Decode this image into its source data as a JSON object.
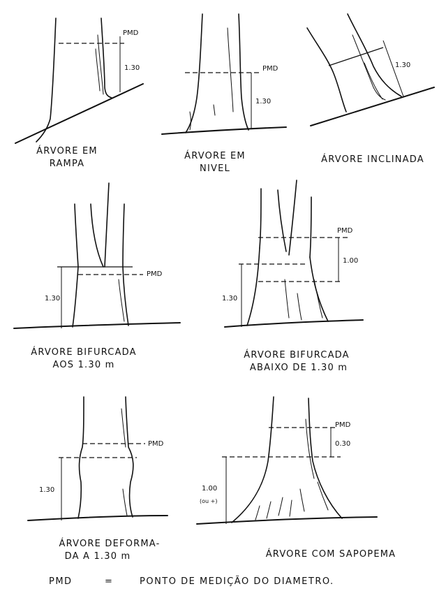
{
  "diagrams": [
    {
      "caption_lines": [
        "ÁRVORE EM",
        "RAMPA"
      ],
      "labels": {
        "pmd": "PMD",
        "height": "1.30"
      }
    },
    {
      "caption_lines": [
        "ÁRVORE EM",
        "NIVEL"
      ],
      "labels": {
        "pmd": "PMD",
        "height": "1.30"
      }
    },
    {
      "caption_lines": [
        "ÁRVORE INCLINADA"
      ],
      "labels": {
        "height": "1.30"
      }
    },
    {
      "caption_lines": [
        "ÁRVORE BIFURCADA",
        "AOS 1.30 m"
      ],
      "labels": {
        "pmd": "PMD",
        "height": "1.30"
      }
    },
    {
      "caption_lines": [
        "ÁRVORE BIFURCADA",
        "ABAIXO DE 1.30 m"
      ],
      "labels": {
        "pmd": "PMD",
        "upper": "1.00",
        "height": "1.30"
      }
    },
    {
      "caption_lines": [
        "ÁRVORE DEFORMA-",
        "DA A 1.30 m"
      ],
      "labels": {
        "pmd": "PMD",
        "height": "1.30"
      }
    },
    {
      "caption_lines": [
        "ÁRVORE COM SAPOPEMA"
      ],
      "labels": {
        "pmd": "PMD",
        "upper": "0.30",
        "height": "1.00",
        "height_note": "(ou +)"
      }
    }
  ],
  "legend": {
    "abbr": "PMD",
    "equals": "=",
    "definition": "PONTO DE MEDIÇÃO DO DIAMETRO."
  }
}
